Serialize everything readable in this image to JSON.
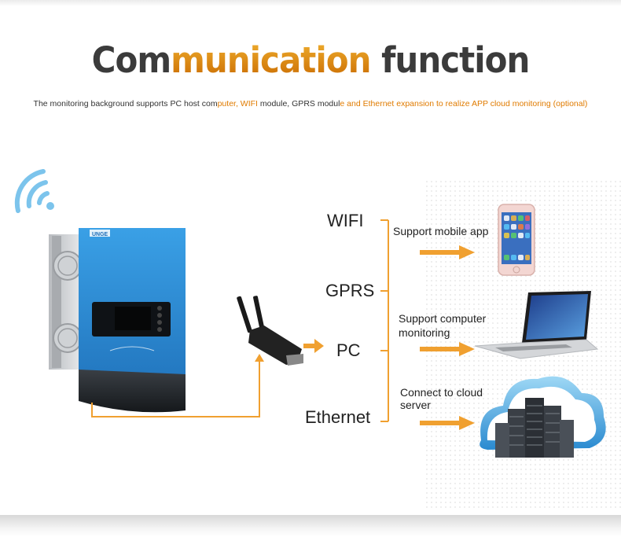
{
  "title": {
    "part1": "Com",
    "part2": "munication",
    "part3": " function"
  },
  "subtitle": {
    "s1": "The monitoring background supports PC host com",
    "s2": "puter, WIFI",
    "s3": " module, GPRS modul",
    "s4": "e and Ethernet expansion to realize APP cloud monitoring (optional)"
  },
  "device": {
    "brand": "UNGE"
  },
  "nodes": [
    {
      "label": "WIFI"
    },
    {
      "label": "GPRS"
    },
    {
      "label": "PC"
    },
    {
      "label": "Ethernet"
    }
  ],
  "outputs": [
    {
      "lines": [
        "Support mobile app"
      ],
      "icon": "smartphone-icon"
    },
    {
      "lines": [
        "Support computer",
        "monitoring"
      ],
      "icon": "laptop-icon"
    },
    {
      "lines": [
        "Connect to cloud",
        "server"
      ],
      "icon": "cloud-server-icon"
    }
  ],
  "colors": {
    "accent": "#f0a030",
    "device_blue": "#2f8fd8",
    "wifi_blue": "#7cc4ec",
    "text": "#222222"
  }
}
